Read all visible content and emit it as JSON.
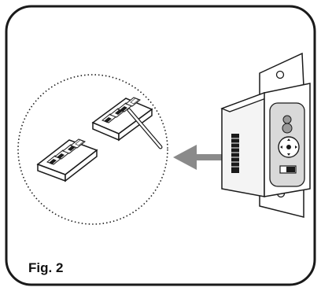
{
  "figure": {
    "label": "Fig. 2",
    "colors": {
      "frame_stroke": "#1a1a1a",
      "arrow_fill": "#8a8a8a",
      "device_body": "#f4f4f4",
      "device_shade": "#d9d9d9",
      "dip_switch_dark": "#1a1a1a"
    },
    "icons": [
      "dip-switch-pair",
      "pointer-stylus",
      "arrow-left",
      "wall-mounted-controller"
    ]
  }
}
